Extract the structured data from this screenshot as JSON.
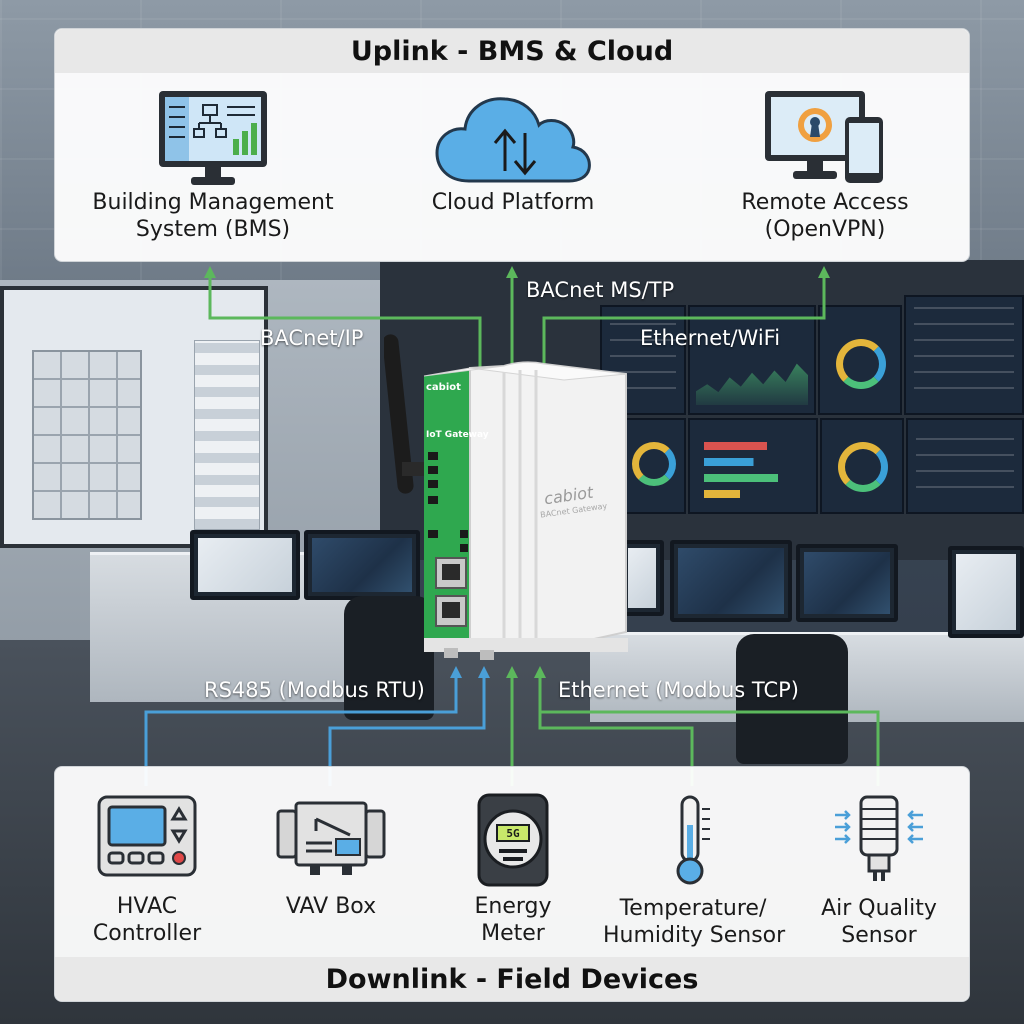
{
  "uplink": {
    "title": "Uplink - BMS & Cloud",
    "items": [
      {
        "label_1": "Building Management",
        "label_2": "System (BMS)",
        "icon": "bms-monitor-icon"
      },
      {
        "label_1": "Cloud Platform",
        "label_2": "",
        "icon": "cloud-icon"
      },
      {
        "label_1": "Remote Access",
        "label_2": "(OpenVPN)",
        "icon": "remote-access-icon"
      }
    ]
  },
  "protocols": {
    "bacnet_ip": "BACnet/IP",
    "bacnet_mstp": "BACnet MS/TP",
    "ethernet_wifi": "Ethernet/WiFi",
    "rs485": "RS485 (Modbus RTU)",
    "ethernet_modbus": "Ethernet (Modbus TCP)"
  },
  "gateway": {
    "brand": "cabiot",
    "model": "IoT Gateway",
    "caption": "BACnet Gateway"
  },
  "downlink": {
    "title": "Downlink - Field Devices",
    "items": [
      {
        "label_1": "HVAC",
        "label_2": "Controller",
        "icon": "hvac-controller-icon"
      },
      {
        "label_1": "VAV Box",
        "label_2": "",
        "icon": "vav-box-icon"
      },
      {
        "label_1": "Energy",
        "label_2": "Meter",
        "icon": "energy-meter-icon"
      },
      {
        "label_1": "Temperature/",
        "label_2": "Humidity Sensor",
        "icon": "thermometer-icon"
      },
      {
        "label_1": "Air Quality",
        "label_2": "Sensor",
        "icon": "air-quality-sensor-icon"
      }
    ]
  },
  "meter_display": "5G",
  "colors": {
    "green_line": "#5cb85c",
    "blue_line": "#4a9fd8",
    "gateway_green": "#2fa84f",
    "cloud_blue": "#5aaee6"
  }
}
